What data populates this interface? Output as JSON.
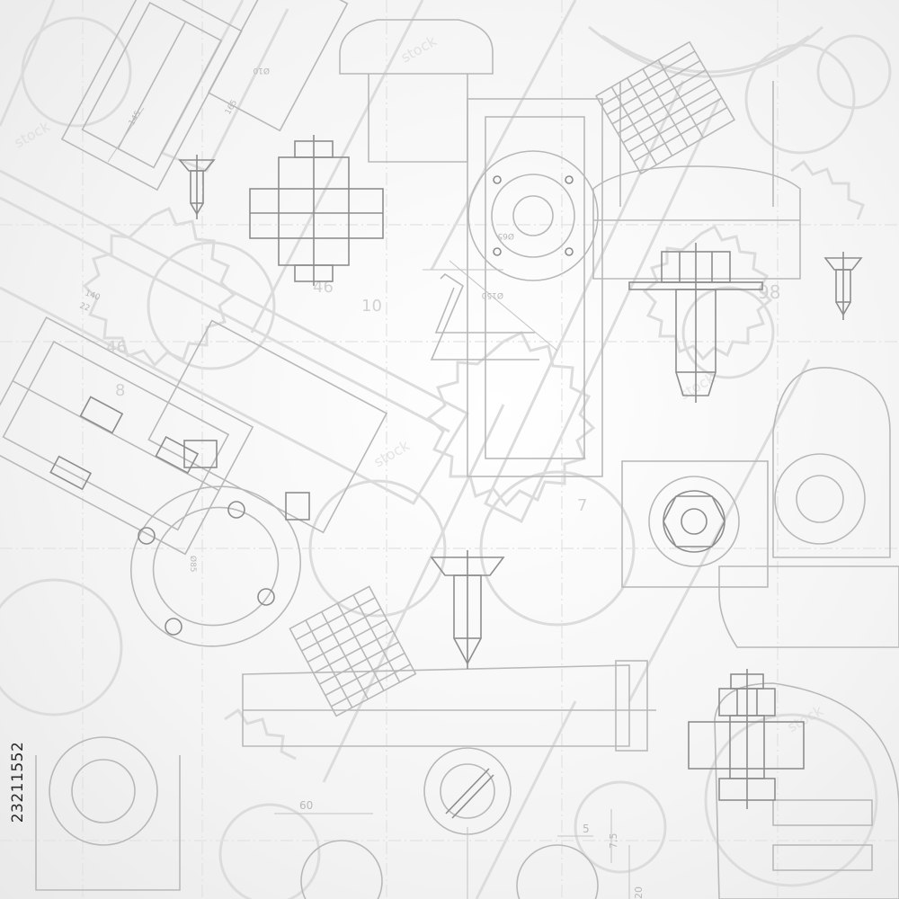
{
  "stock_id": "23211552",
  "dimension_labels": [
    "46",
    "10",
    "46",
    "98",
    "60",
    "5",
    "7,5",
    "20",
    "8",
    "7",
    "145",
    "165",
    "22",
    "140",
    "Ø65",
    "Ø10",
    "Ø150",
    "Ø85"
  ],
  "watermark": "stock",
  "palette": {
    "background": "#f4f4f4",
    "line_faint": "#d6d6d6",
    "line_mid": "#b4b4b4",
    "line_dark": "#8a8a8a",
    "text": "#2b2b2b"
  }
}
